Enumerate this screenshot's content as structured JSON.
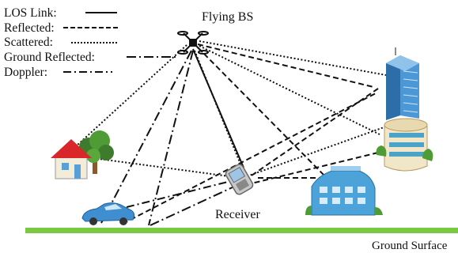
{
  "legend": {
    "los": "LOS Link:",
    "reflected": "Reflected:",
    "scattered": "Scattered:",
    "ground_reflected": "Ground Reflected:",
    "doppler": "Doppler:"
  },
  "labels": {
    "flying_bs": "Flying BS",
    "receiver": "Receiver",
    "ground_surface": "Ground Surface"
  },
  "colors": {
    "ground": "#7ac943",
    "line": "#111111"
  },
  "icons": [
    "drone-icon",
    "house-icon",
    "tree-icon",
    "car-icon",
    "phone-icon",
    "skyscraper-icon",
    "round-building-icon",
    "office-building-icon"
  ]
}
